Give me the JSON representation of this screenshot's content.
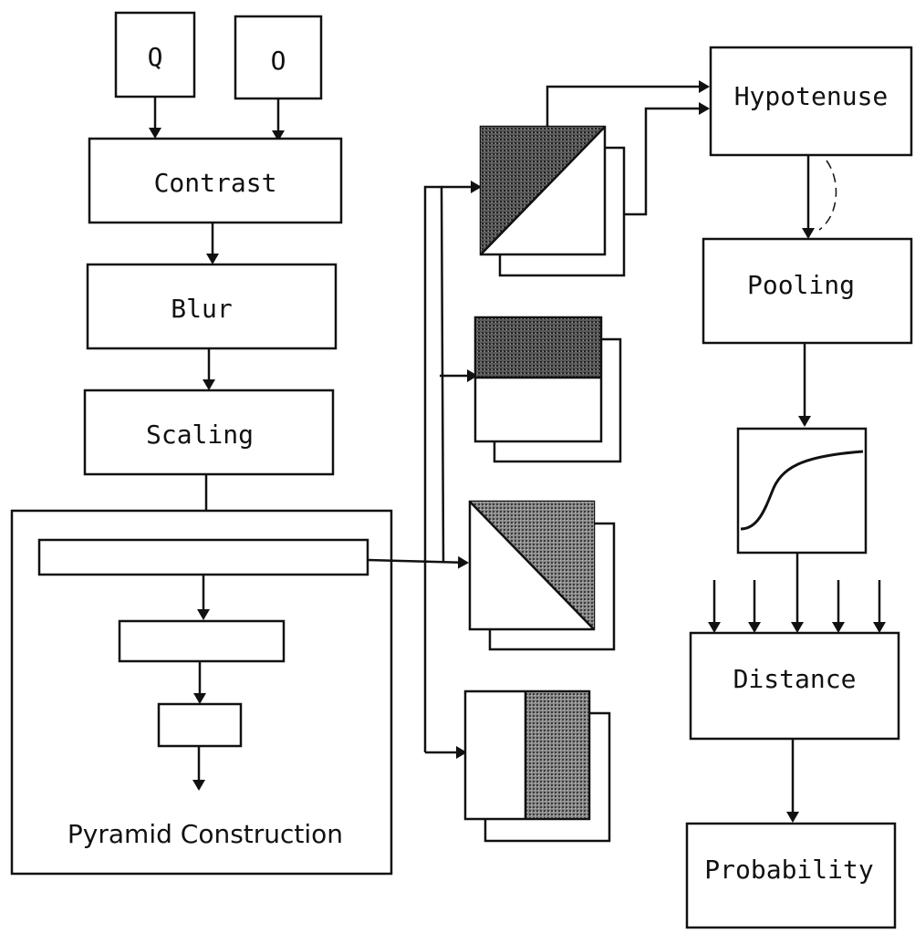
{
  "inputs": {
    "q": "Q",
    "o": "O"
  },
  "stages": {
    "contrast": "Contrast",
    "blur": "Blur",
    "scaling": "Scaling",
    "pyramid": "Pyramid Construction",
    "hypotenuse": "Hypotenuse",
    "pooling": "Pooling",
    "distance": "Distance",
    "probability": "Probability"
  },
  "colors": {
    "ink": "#111111",
    "background": "#ffffff",
    "shade": "#6a6a6a"
  }
}
